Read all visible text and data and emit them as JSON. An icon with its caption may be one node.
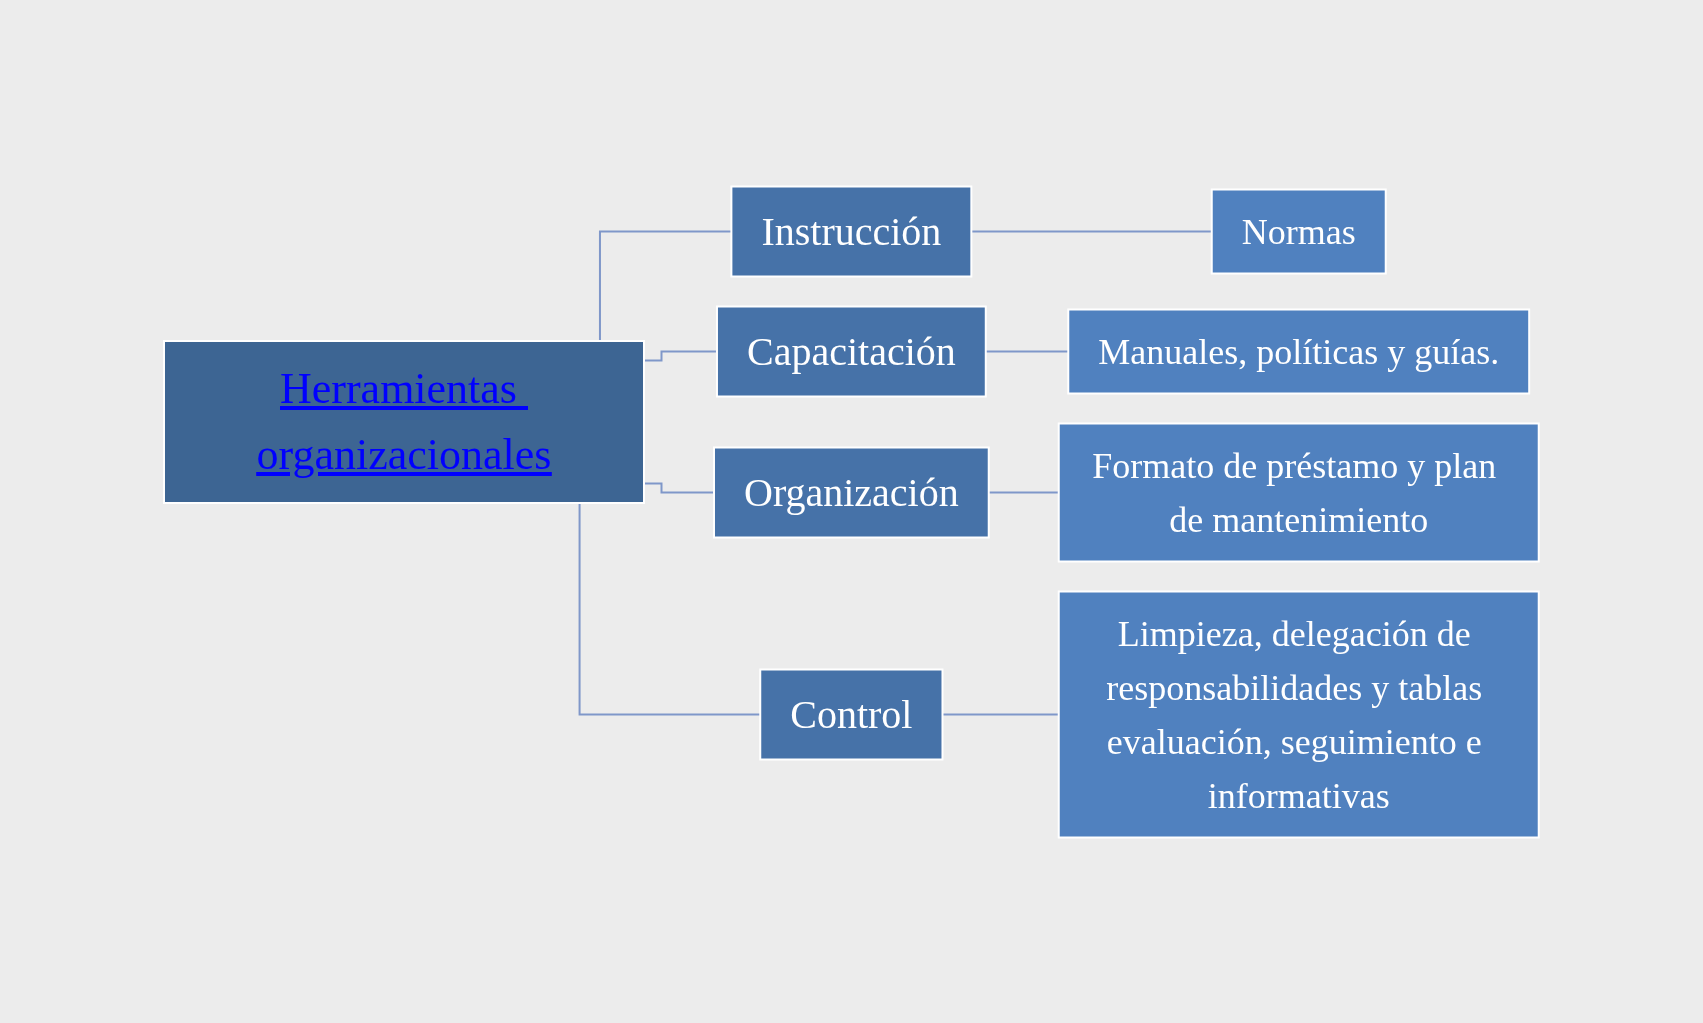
{
  "diagram": {
    "nodes": [
      {
        "text": [
          "Herramientas organizacionales"
        ]
      },
      {
        "text": [
          "Instrucción"
        ]
      },
      {
        "text": [
          "Capacitación"
        ]
      },
      {
        "text": [
          "Organización"
        ]
      },
      {
        "text": [
          "Control"
        ]
      },
      {
        "text": [
          "Normas"
        ]
      },
      {
        "text": [
          "Manuales, políticas y guías."
        ]
      },
      {
        "text": [
          "Formato de préstamo y plan de mantenimiento"
        ]
      },
      {
        "text": [
          "Limpieza, delegación de responsabilidades y tablas evaluación, seguimiento e informativas"
        ]
      }
    ],
    "edges": [
      {
        "from": 0,
        "to": 1,
        "arrow": "none"
      },
      {
        "from": 0,
        "to": 2,
        "arrow": "none"
      },
      {
        "from": 0,
        "to": 3,
        "arrow": "none"
      },
      {
        "from": 0,
        "to": 4,
        "arrow": "none"
      },
      {
        "from": 1,
        "to": 5,
        "arrow": "none"
      },
      {
        "from": 2,
        "to": 6,
        "arrow": "none"
      },
      {
        "from": 3,
        "to": 7,
        "arrow": "none"
      },
      {
        "from": 4,
        "to": 8,
        "arrow": "none"
      }
    ]
  }
}
